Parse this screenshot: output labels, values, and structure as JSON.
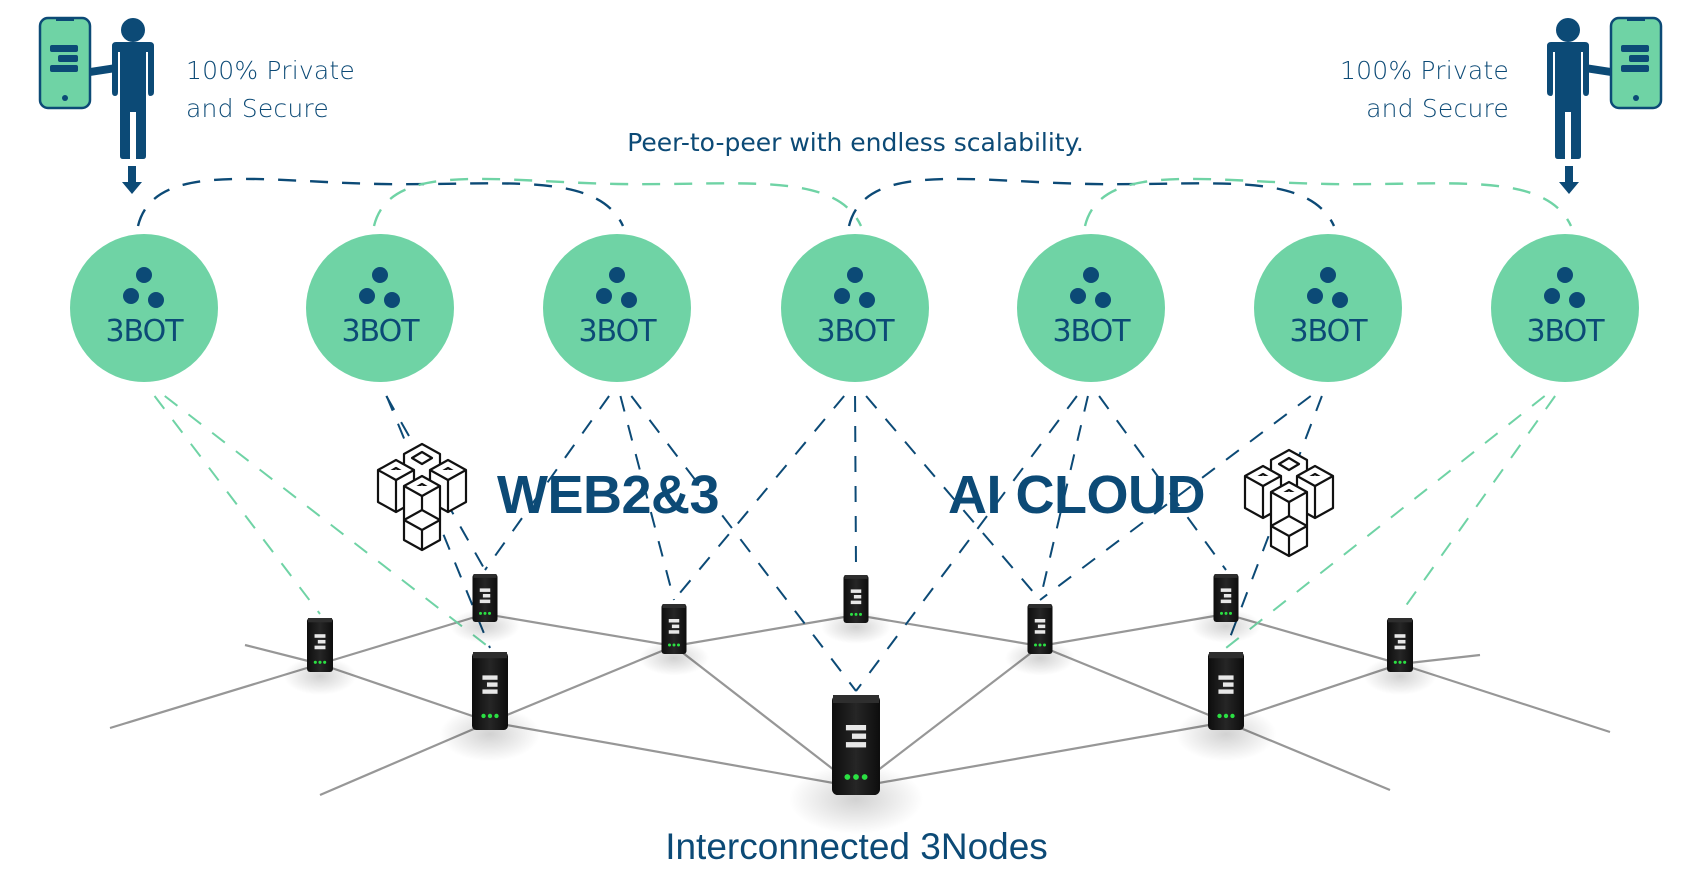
{
  "title": "3Bot peer-to-peer network diagram",
  "users": [
    {
      "side": "left",
      "line1": "100% Private",
      "line2": "and Secure",
      "icon": "person-with-phone-icon"
    },
    {
      "side": "right",
      "line1": "100% Private",
      "line2": "and Secure",
      "icon": "person-with-phone-icon"
    }
  ],
  "tagline": "Peer-to-peer with endless scalability.",
  "bots": [
    {
      "label": "3BOT"
    },
    {
      "label": "3BOT"
    },
    {
      "label": "3BOT"
    },
    {
      "label": "3BOT"
    },
    {
      "label": "3BOT"
    },
    {
      "label": "3BOT"
    },
    {
      "label": "3BOT"
    }
  ],
  "categories": {
    "left": {
      "label": "WEB2&3",
      "icon": "cubes-icon"
    },
    "right": {
      "label": "AI CLOUD",
      "icon": "cubes-icon"
    }
  },
  "footer": "Interconnected 3Nodes",
  "nodes_count": 10,
  "colors": {
    "navy": "#0c4a76",
    "mint": "#6fd3a5",
    "mint_line": "#6fd3a5",
    "node_body": "#1a1a1a",
    "led": "#2be043",
    "mesh": "#8a8a8a"
  }
}
